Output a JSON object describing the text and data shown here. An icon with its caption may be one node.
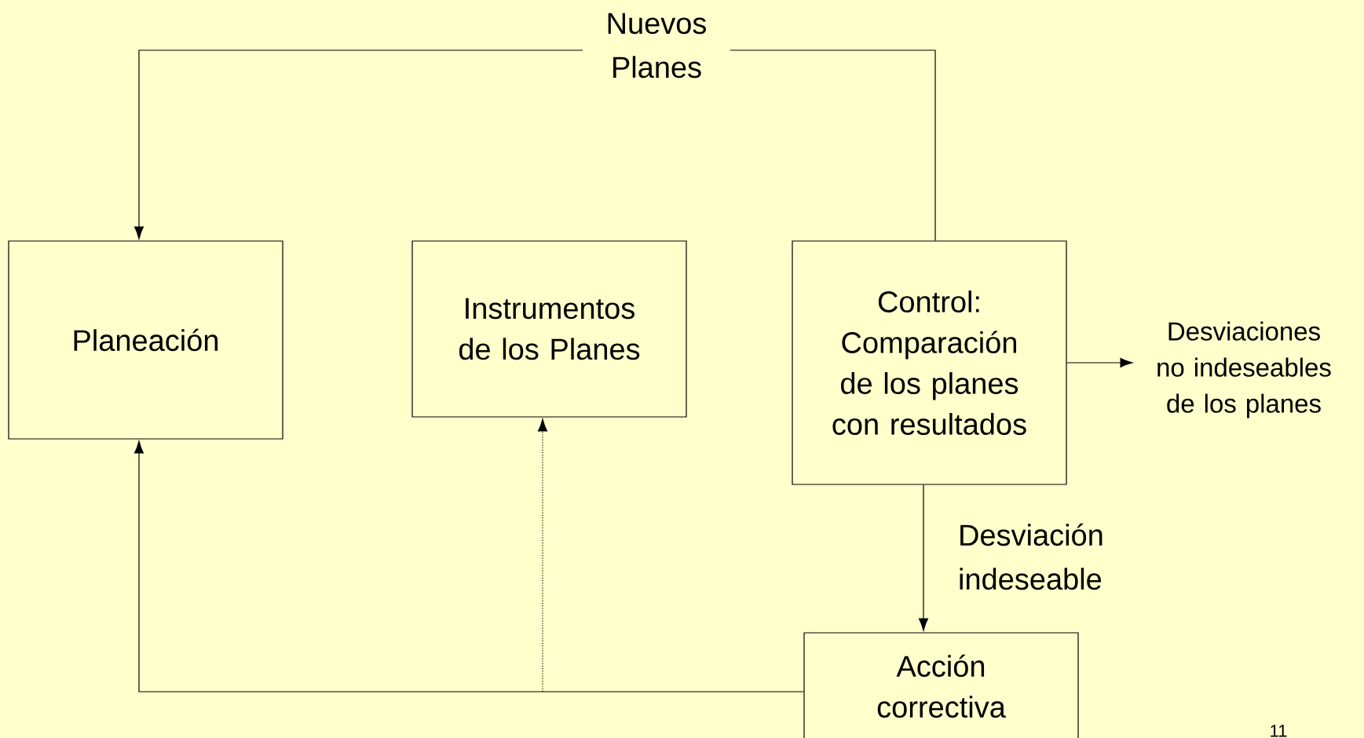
{
  "diagram": {
    "nodes": [
      {
        "text": [
          "Planeación"
        ]
      },
      {
        "text": [
          "Instrumentos de los Planes"
        ]
      },
      {
        "text": [
          "Control: Comparación de los planes con resultados"
        ]
      },
      {
        "text": [
          "Desviaciones no indeseables de los planes"
        ]
      },
      {
        "text": [
          "Acción correctiva"
        ]
      }
    ],
    "edges": [
      {
        "from": 2,
        "to": 0,
        "arrow": "to",
        "label": "Nuevos Planes"
      },
      {
        "from": 2,
        "to": 3,
        "arrow": "to"
      },
      {
        "from": 2,
        "to": 4,
        "arrow": "to",
        "label": "Desviación indeseable"
      },
      {
        "from": 4,
        "to": 0,
        "arrow": "to"
      },
      {
        "from": null,
        "to": 1,
        "arrow": "to",
        "style": "dashed"
      }
    ],
    "labels": [
      "11"
    ]
  }
}
